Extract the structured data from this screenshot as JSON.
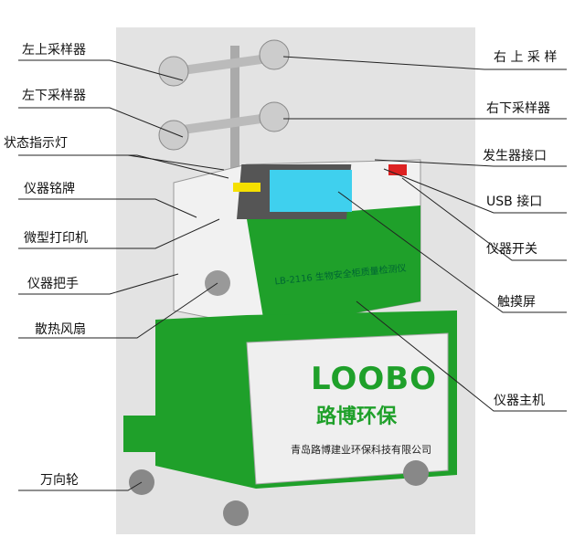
{
  "left_labels": [
    "左上采样器",
    "左下采样器",
    "状态指示灯",
    "仪器铭牌",
    "微型打印机",
    "仪器把手",
    "散热风扇",
    "万向轮"
  ],
  "right_labels": [
    "右 上 采 样",
    "右下采样器",
    "发生器接口",
    "USB 接口",
    "仪器开关",
    "触摸屏",
    "仪器主机"
  ],
  "device": {
    "model_text": "LB-2116 生物安全柜质量检测仪",
    "logo": "LOOBO",
    "brand": "路博环保",
    "company": "青岛路博建业环保科技有限公司"
  },
  "colors": {
    "green": "#1fa02a",
    "panel": "#ececec",
    "screen": "#3fd0ee"
  }
}
